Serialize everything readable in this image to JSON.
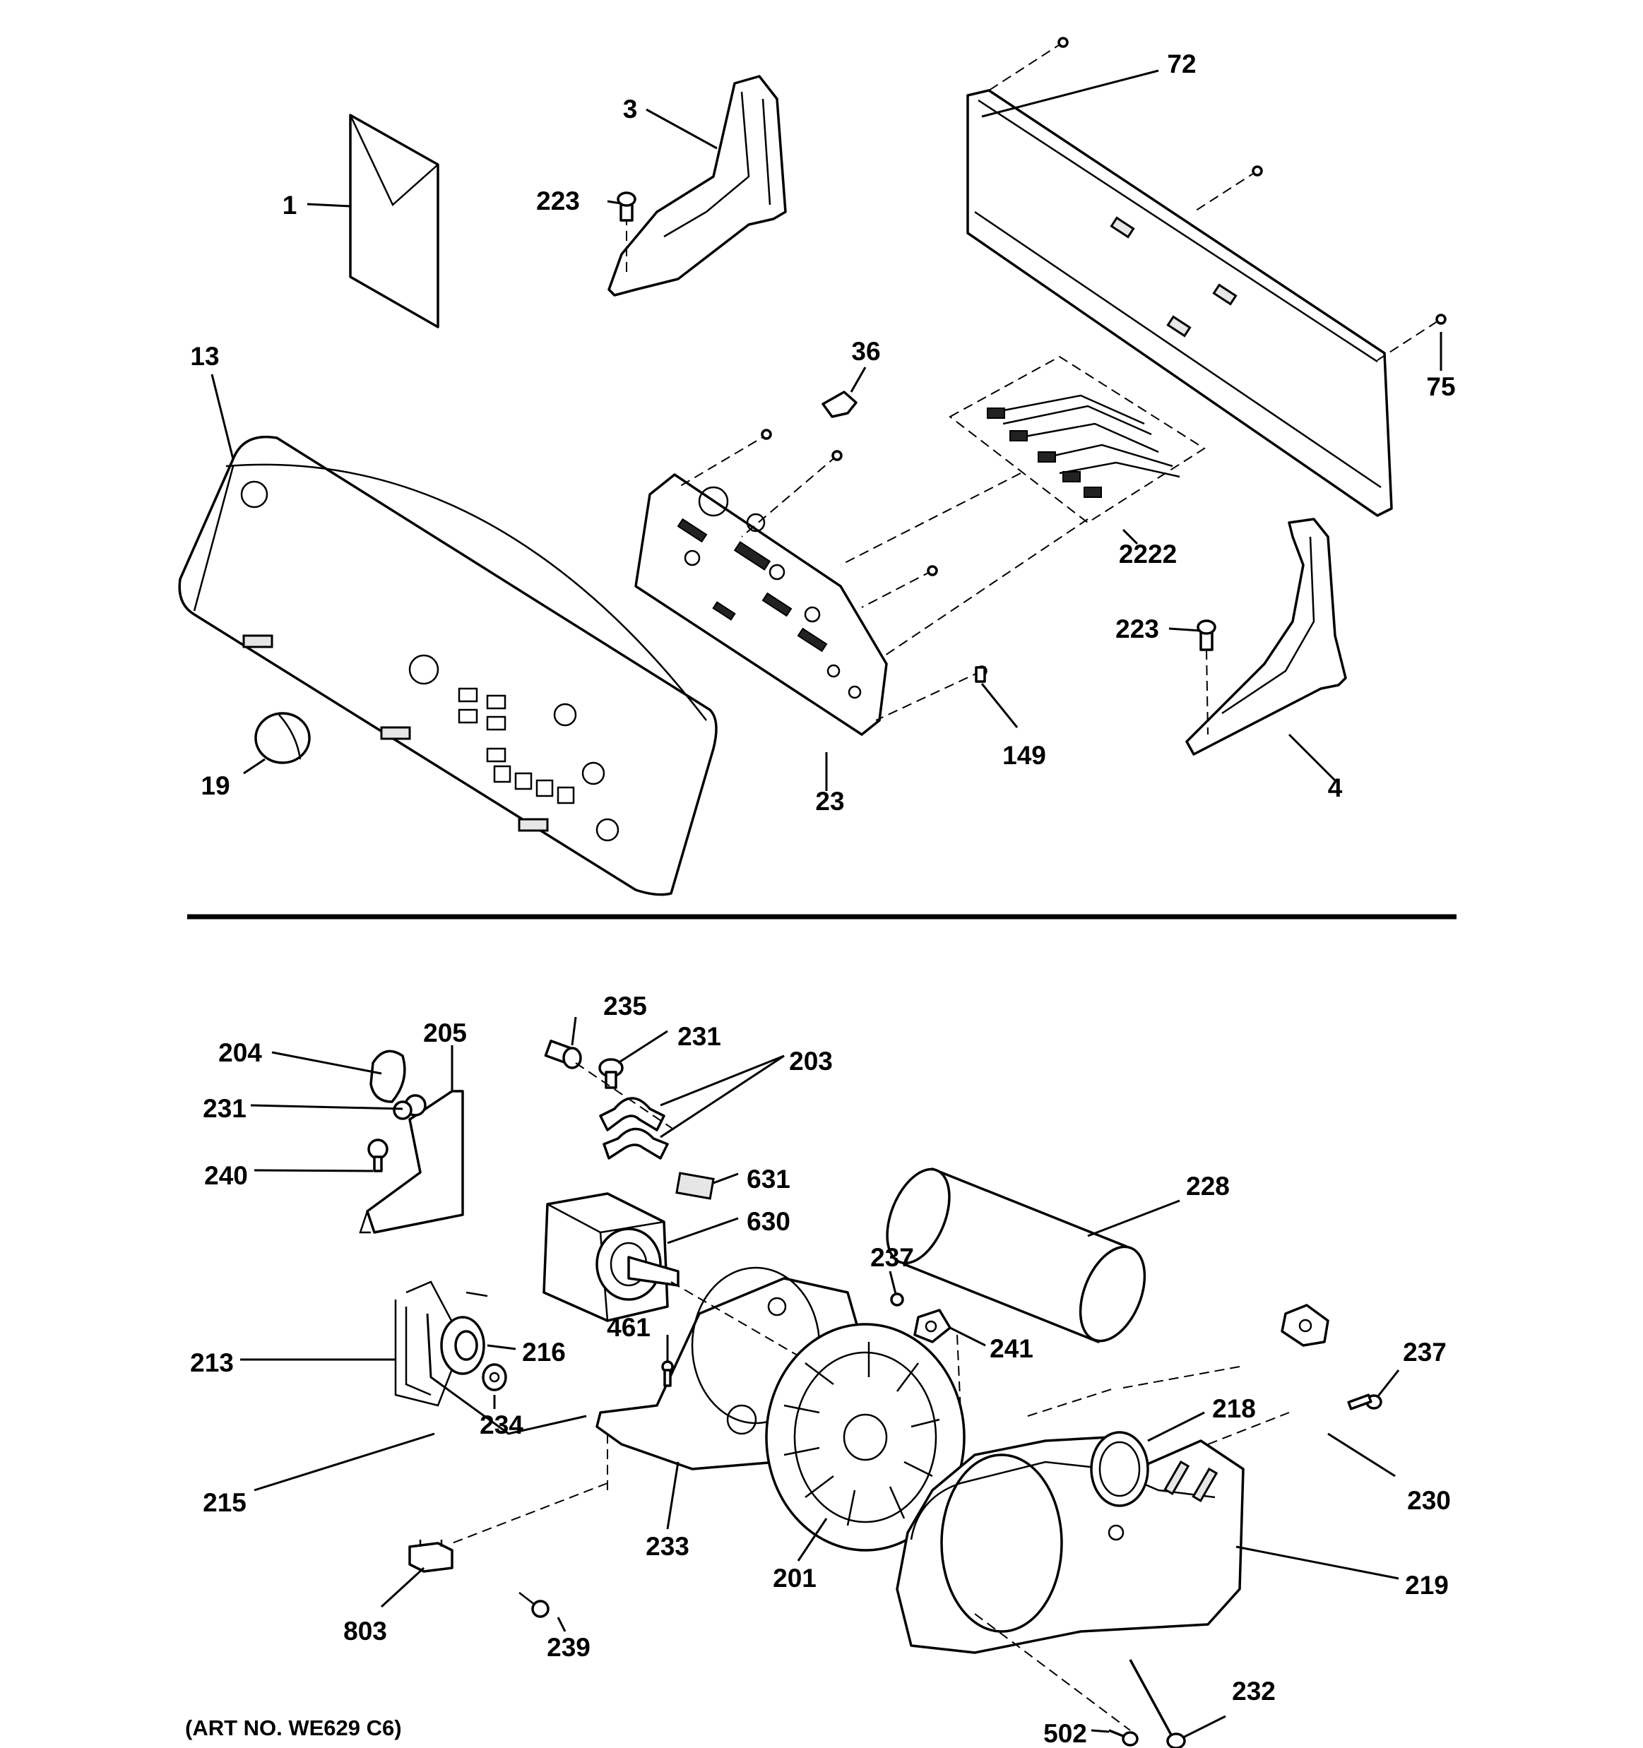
{
  "callouts": [
    {
      "id": "c-1",
      "text": "1"
    },
    {
      "id": "c-3",
      "text": "3"
    },
    {
      "id": "c-223a",
      "text": "223"
    },
    {
      "id": "c-72",
      "text": "72"
    },
    {
      "id": "c-75",
      "text": "75"
    },
    {
      "id": "c-13",
      "text": "13"
    },
    {
      "id": "c-36",
      "text": "36"
    },
    {
      "id": "c-2222",
      "text": "2222"
    },
    {
      "id": "c-223b",
      "text": "223"
    },
    {
      "id": "c-149",
      "text": "149"
    },
    {
      "id": "c-19",
      "text": "19"
    },
    {
      "id": "c-23",
      "text": "23"
    },
    {
      "id": "c-4",
      "text": "4"
    },
    {
      "id": "c-235",
      "text": "235"
    },
    {
      "id": "c-205",
      "text": "205"
    },
    {
      "id": "c-231a",
      "text": "231"
    },
    {
      "id": "c-204",
      "text": "204"
    },
    {
      "id": "c-203",
      "text": "203"
    },
    {
      "id": "c-231b",
      "text": "231"
    },
    {
      "id": "c-240",
      "text": "240"
    },
    {
      "id": "c-631",
      "text": "631"
    },
    {
      "id": "c-228",
      "text": "228"
    },
    {
      "id": "c-630",
      "text": "630"
    },
    {
      "id": "c-237a",
      "text": "237"
    },
    {
      "id": "c-461",
      "text": "461"
    },
    {
      "id": "c-241",
      "text": "241"
    },
    {
      "id": "c-216",
      "text": "216"
    },
    {
      "id": "c-237b",
      "text": "237"
    },
    {
      "id": "c-213",
      "text": "213"
    },
    {
      "id": "c-218",
      "text": "218"
    },
    {
      "id": "c-234",
      "text": "234"
    },
    {
      "id": "c-230",
      "text": "230"
    },
    {
      "id": "c-215",
      "text": "215"
    },
    {
      "id": "c-233",
      "text": "233"
    },
    {
      "id": "c-219",
      "text": "219"
    },
    {
      "id": "c-201",
      "text": "201"
    },
    {
      "id": "c-803",
      "text": "803"
    },
    {
      "id": "c-239",
      "text": "239"
    },
    {
      "id": "c-232",
      "text": "232"
    },
    {
      "id": "c-502",
      "text": "502"
    }
  ],
  "caption": "(ART NO. WE629 C6)"
}
